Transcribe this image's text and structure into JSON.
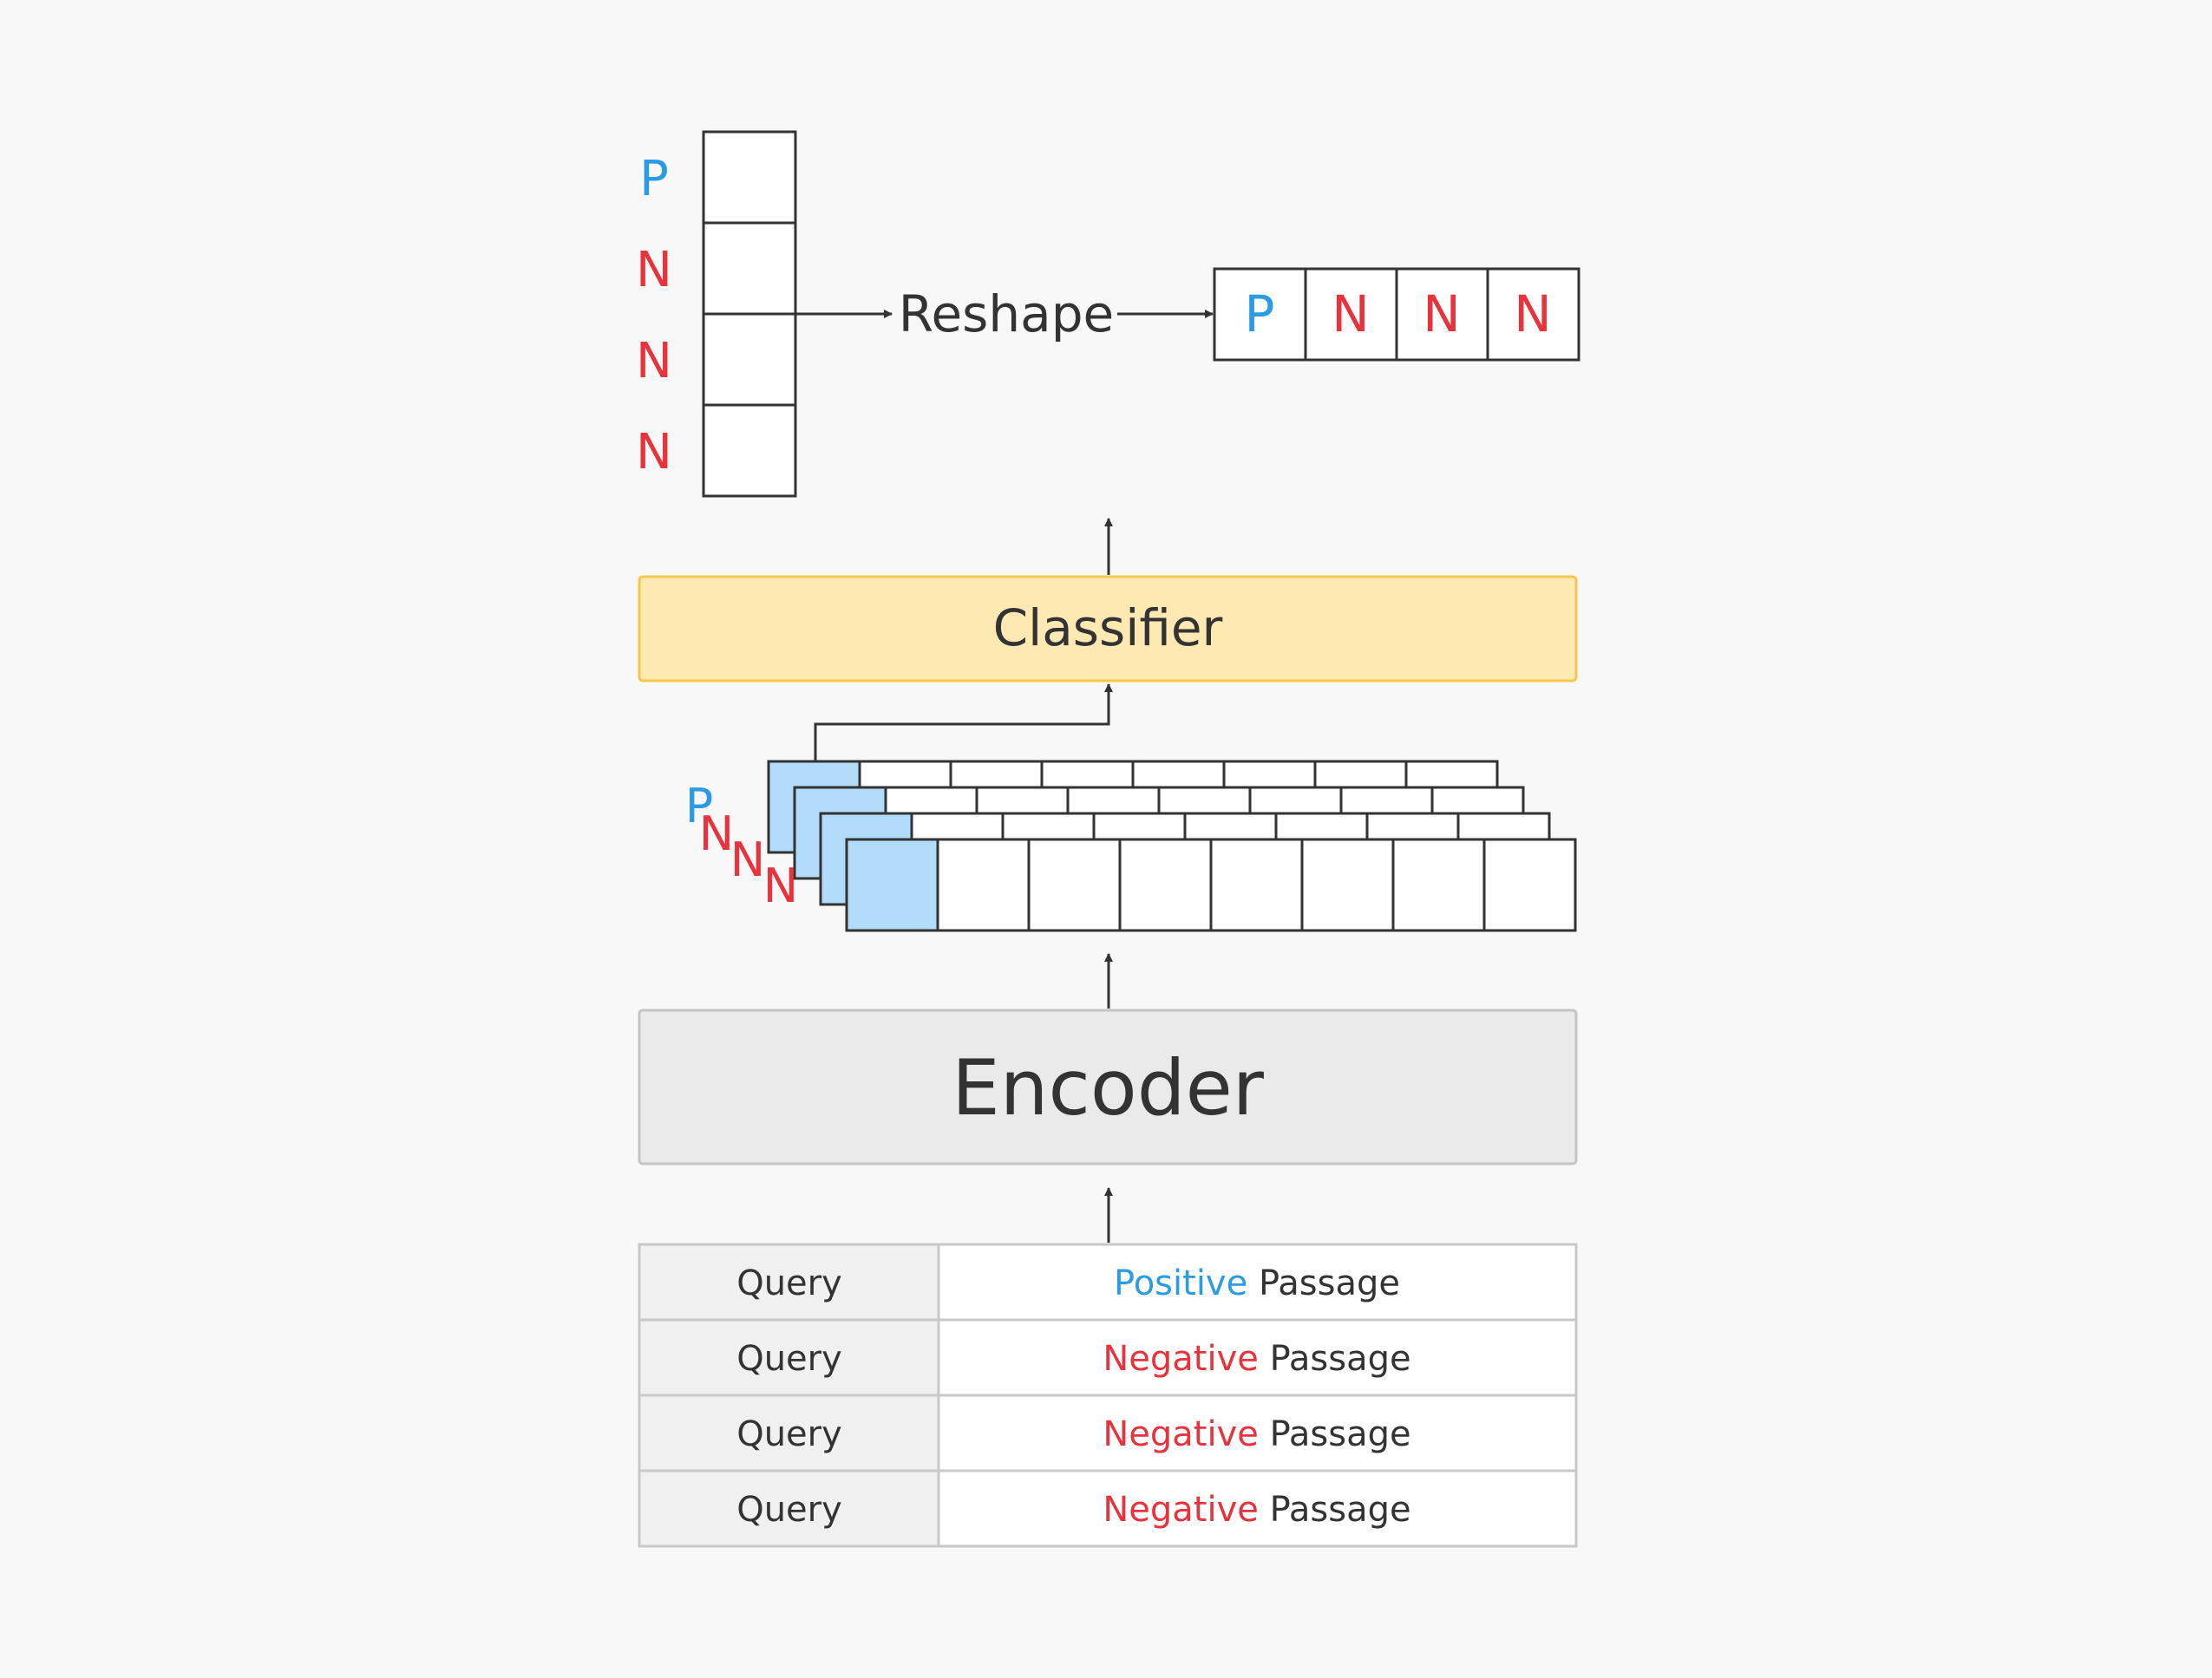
{
  "colors": {
    "background": "#f8f8f8",
    "positive": "#2c9be6",
    "negative": "#e8323c",
    "text": "#333333",
    "stroke": "#333333",
    "classifier_fill": "#ffe9b3",
    "classifier_border": "#f5c84c",
    "encoder_fill": "#eaeaea",
    "encoder_border": "#c4c4c4",
    "cls_token_fill": "#b3dcfb",
    "table_left_fill": "#f0f0f0",
    "table_border": "#c8c8c8"
  },
  "score_labels": [
    "P",
    "N",
    "N",
    "N"
  ],
  "reshape_label": "Reshape",
  "reshaped_labels": [
    "P",
    "N",
    "N",
    "N"
  ],
  "classifier_label": "Classifier",
  "stack_labels": [
    "P",
    "N",
    "N",
    "N"
  ],
  "encoder_label": "Encoder",
  "input_rows": [
    {
      "query": "Query",
      "kind": "Positive",
      "passage": "Passage"
    },
    {
      "query": "Query",
      "kind": "Negative",
      "passage": "Passage"
    },
    {
      "query": "Query",
      "kind": "Negative",
      "passage": "Passage"
    },
    {
      "query": "Query",
      "kind": "Negative",
      "passage": "Passage"
    }
  ]
}
